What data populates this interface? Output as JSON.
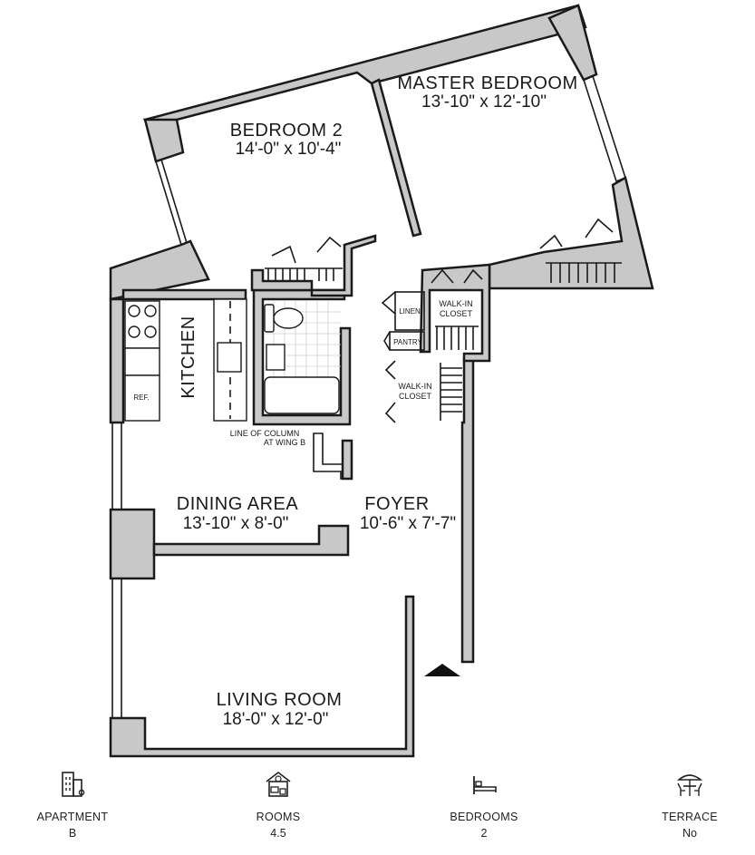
{
  "rooms": {
    "bedroom2": {
      "name": "BEDROOM 2",
      "dims": "14'-0\" x 10'-4\""
    },
    "master": {
      "name": "MASTER BEDROOM",
      "dims": "13'-10\" x 12'-10\""
    },
    "kitchen": {
      "name": "KITCHEN"
    },
    "dining": {
      "name": "DINING AREA",
      "dims": "13'-10\" x 8'-0\""
    },
    "foyer": {
      "name": "FOYER",
      "dims": "10'-6\" x 7'-7\""
    },
    "living": {
      "name": "LIVING ROOM",
      "dims": "18'-0\" x 12'-0\""
    }
  },
  "labels": {
    "ref": "REF.",
    "linen": "LINEN",
    "pantry": "PANTRY",
    "walkin_line1": "WALK-IN",
    "walkin_line2": "CLOSET",
    "column_line1": "LINE OF COLUMN",
    "column_line2": "AT WING B"
  },
  "stats": [
    {
      "icon": "building-icon",
      "label": "APARTMENT",
      "value": "B"
    },
    {
      "icon": "house-icon",
      "label": "ROOMS",
      "value": "4.5"
    },
    {
      "icon": "bed-icon",
      "label": "BEDROOMS",
      "value": "2"
    },
    {
      "icon": "terrace-icon",
      "label": "TERRACE",
      "value": "No"
    }
  ]
}
